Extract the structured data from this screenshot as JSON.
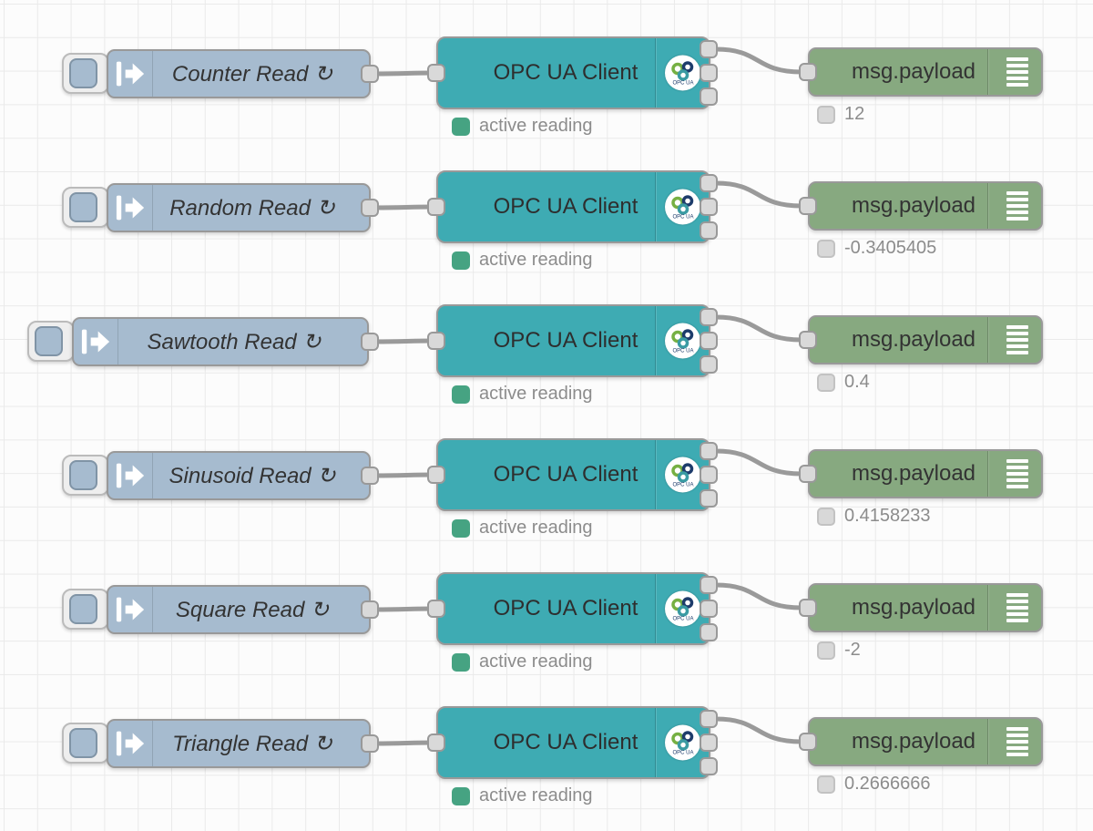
{
  "colors": {
    "inject_fill": "#a6bbcf",
    "client_fill": "#3eabb3",
    "debug_fill": "#87a980",
    "status_green": "#46a382",
    "status_grey": "#d8d8d8",
    "wire": "#9a9a9a",
    "grid_line": "#eaeaea"
  },
  "icons": {
    "inject": "arrow-right-icon",
    "client": "opcua-logo-icon",
    "debug": "list-lines-icon"
  },
  "flows": [
    {
      "inject_label": "Counter Read ↻",
      "client_label": "OPC UA Client",
      "client_status": "active reading",
      "debug_label": "msg.payload",
      "debug_value": "12"
    },
    {
      "inject_label": "Random Read ↻",
      "client_label": "OPC UA Client",
      "client_status": "active reading",
      "debug_label": "msg.payload",
      "debug_value": "-0.3405405"
    },
    {
      "inject_label": "Sawtooth Read ↻",
      "client_label": "OPC UA Client",
      "client_status": "active reading",
      "debug_label": "msg.payload",
      "debug_value": "0.4"
    },
    {
      "inject_label": "Sinusoid Read ↻",
      "client_label": "OPC UA Client",
      "client_status": "active reading",
      "debug_label": "msg.payload",
      "debug_value": "0.4158233"
    },
    {
      "inject_label": "Square Read ↻",
      "client_label": "OPC UA Client",
      "client_status": "active reading",
      "debug_label": "msg.payload",
      "debug_value": "-2"
    },
    {
      "inject_label": "Triangle Read ↻",
      "client_label": "OPC UA Client",
      "client_status": "active reading",
      "debug_label": "msg.payload",
      "debug_value": "0.2666666"
    }
  ]
}
